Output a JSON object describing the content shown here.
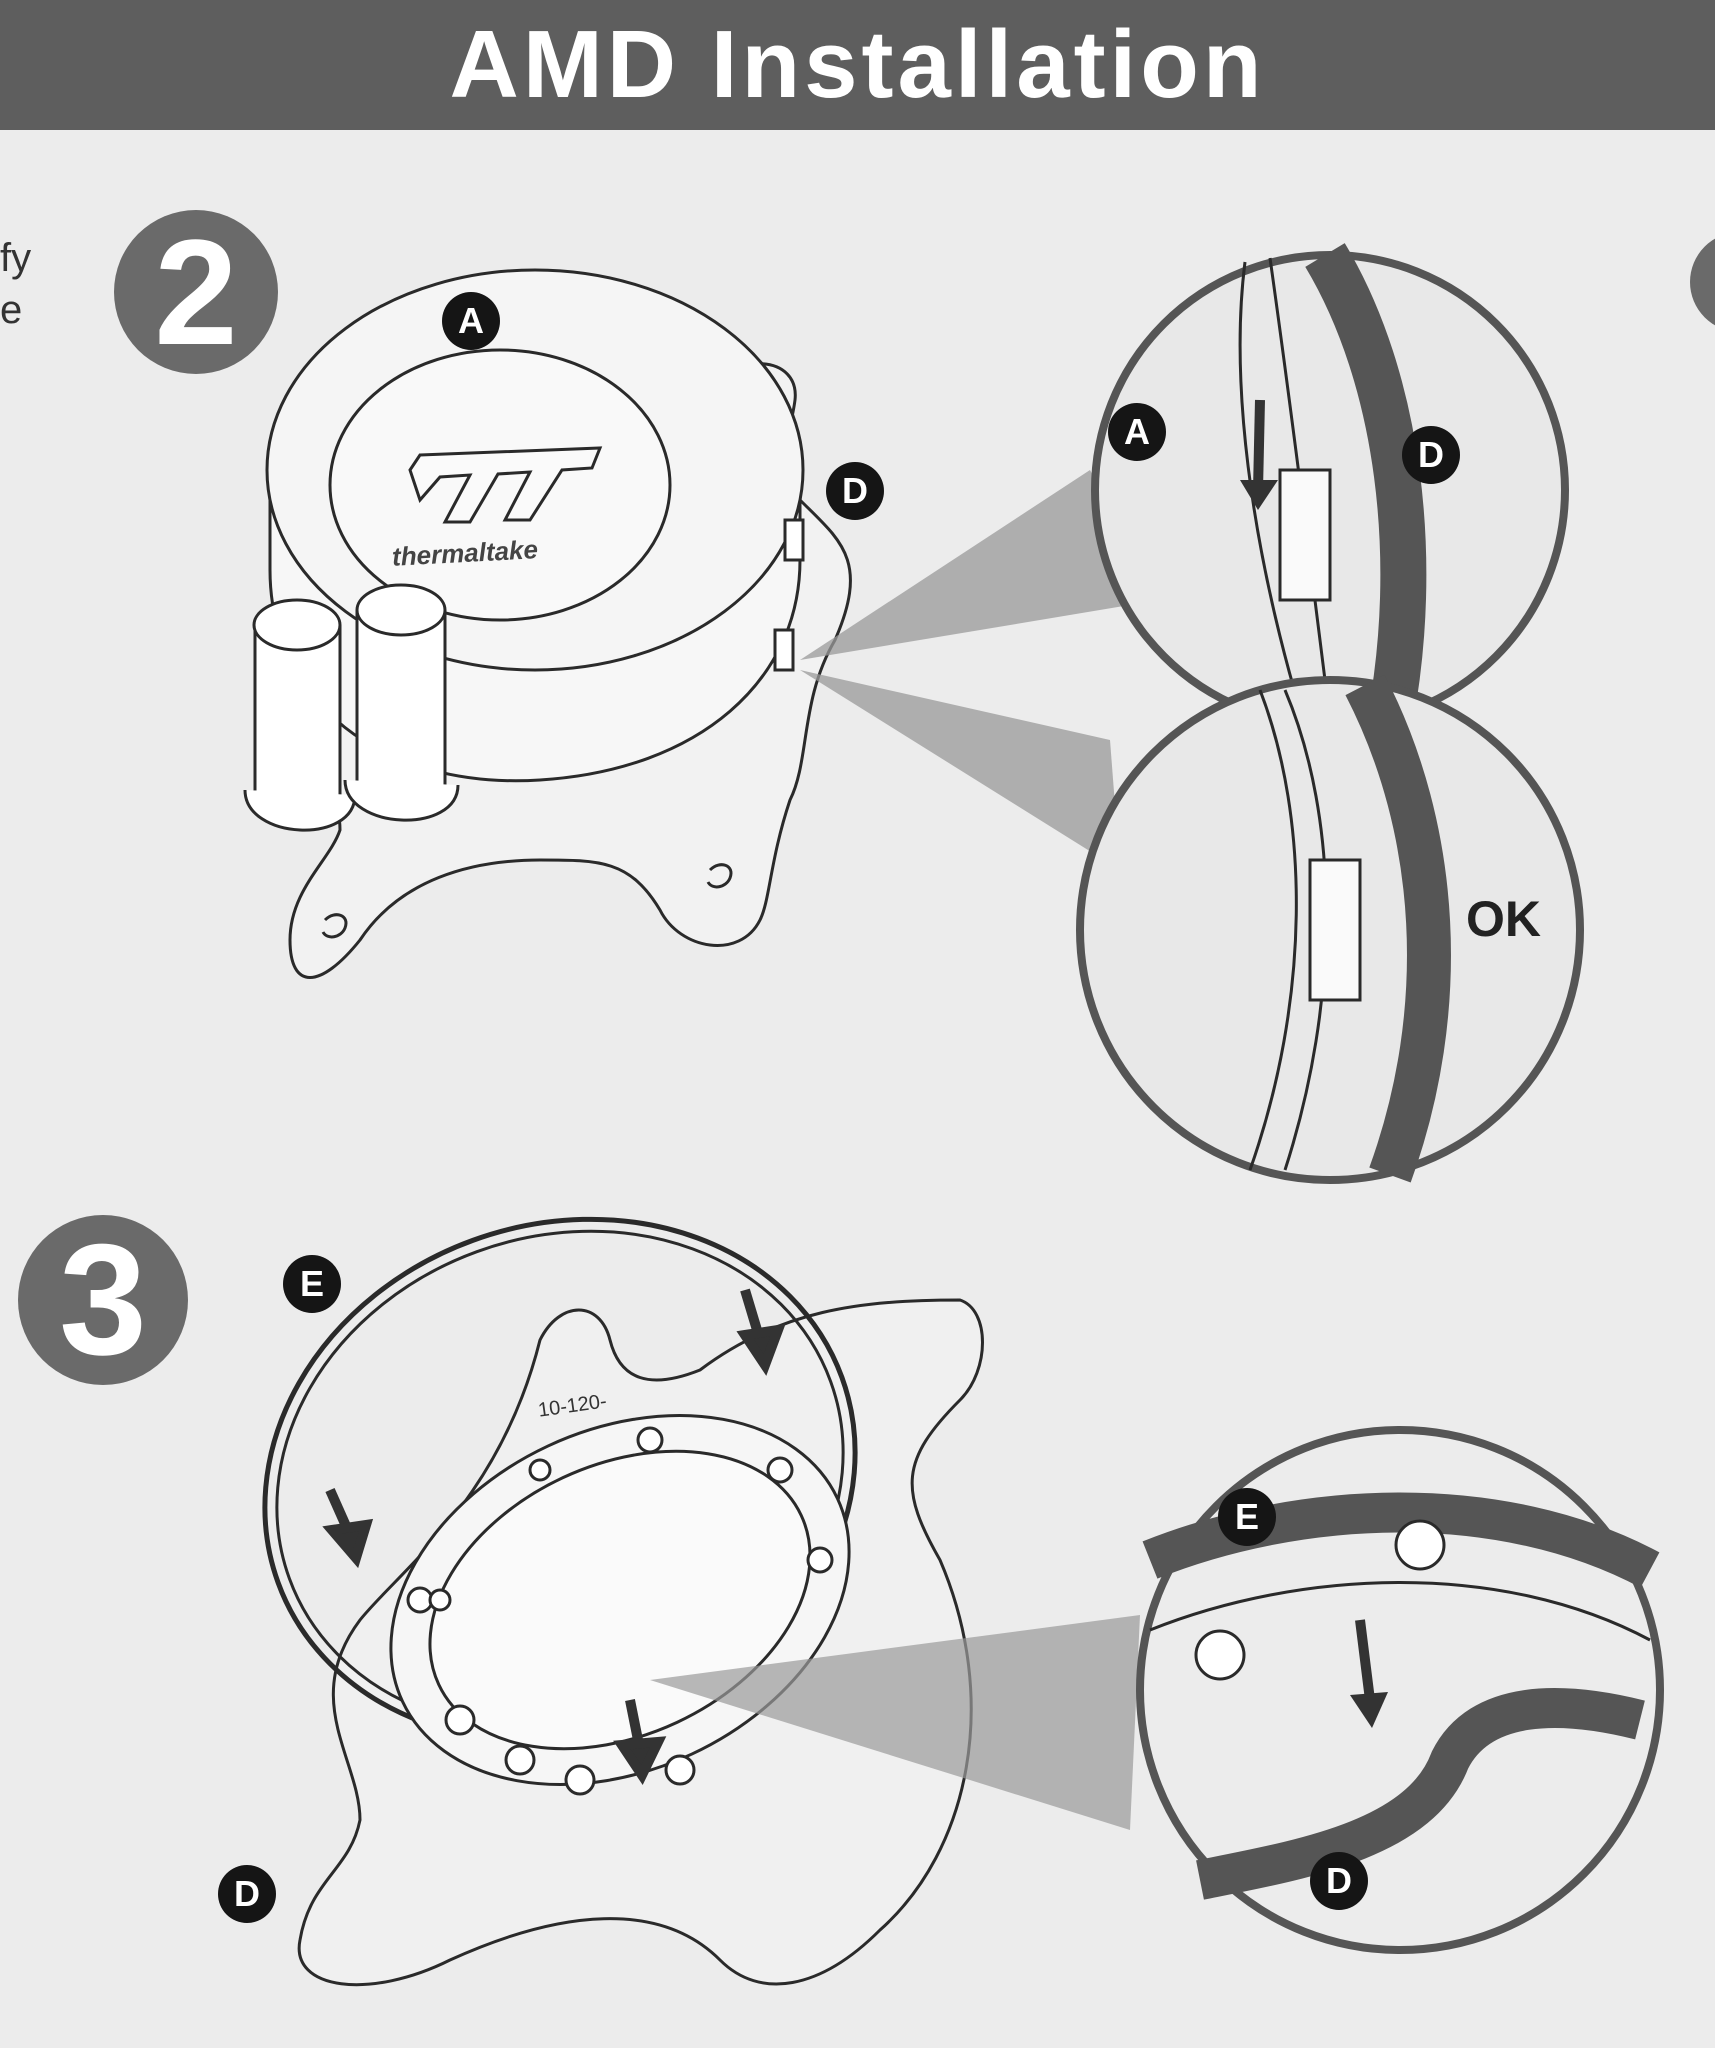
{
  "header": {
    "title": "AMD Installation"
  },
  "side_text": {
    "line1": "fy",
    "line2": "e"
  },
  "steps": {
    "step2": "2",
    "step3": "3"
  },
  "labels": {
    "a": "A",
    "d": "D",
    "e": "E",
    "ok": "OK"
  },
  "product": {
    "brand": "thermaltake",
    "plate_code": "10-120-"
  },
  "colors": {
    "header_bg": "#5e5e5e",
    "step_circle": "#6a6a6a",
    "badge": "#151515",
    "page_bg": "#ececec"
  }
}
